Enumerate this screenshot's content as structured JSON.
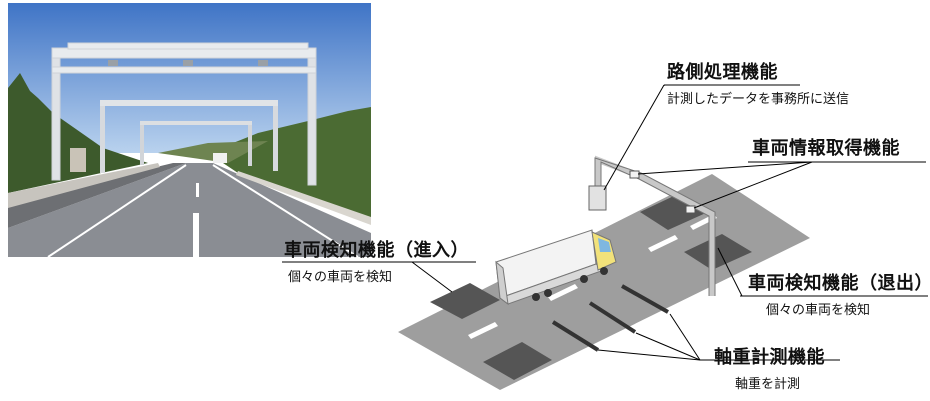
{
  "labels": {
    "roadside": {
      "title": "路側処理機能",
      "desc": "計測したデータを事務所に送信"
    },
    "vehicle_info": {
      "title": "車両情報取得機能"
    },
    "detect_entry": {
      "title": "車両検知機能（進入）",
      "desc": "個々の車両を検知"
    },
    "detect_exit": {
      "title": "車両検知機能（退出）",
      "desc": "個々の車両を検知"
    },
    "axle_weigh": {
      "title": "軸重計測機能",
      "desc": "軸重を計測"
    }
  },
  "colors": {
    "road": "#9e9e9e",
    "sensor_pad": "#555555",
    "lane_mark": "#ffffff",
    "sky": "#5a8fd0"
  }
}
